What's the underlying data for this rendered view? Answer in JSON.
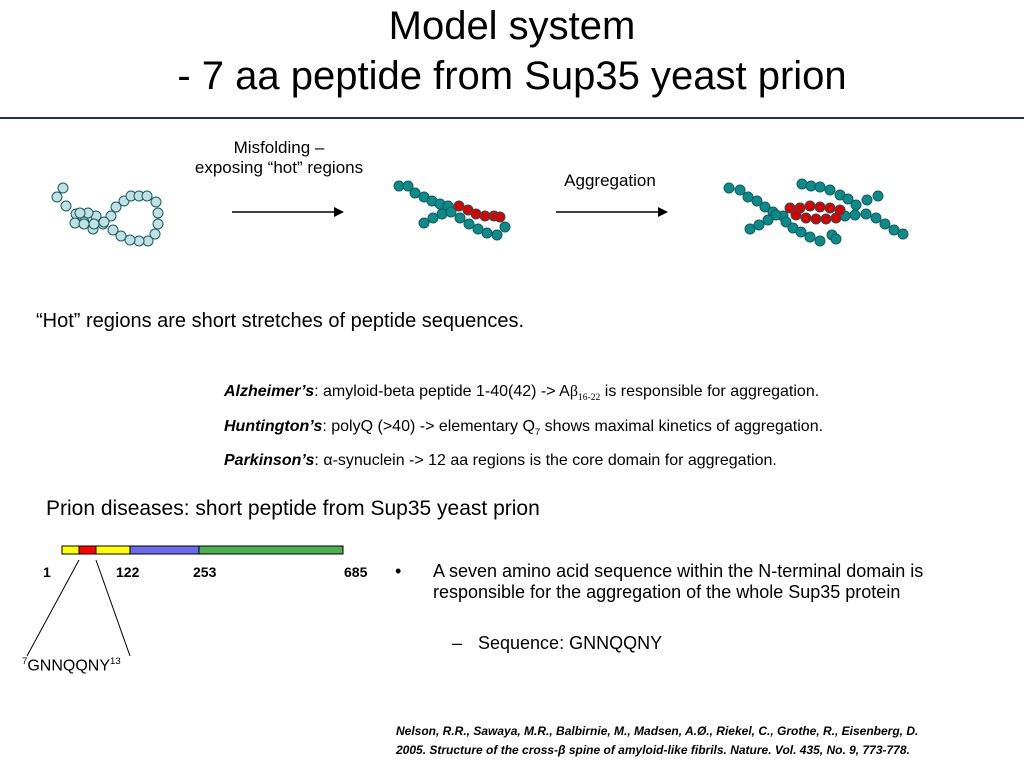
{
  "title": {
    "line1": "Model system",
    "line2": "- 7 aa peptide from Sup35 yeast prion"
  },
  "diagram": {
    "misfolding_line1": "Misfolding –",
    "misfolding_line2": "exposing “hot” regions",
    "aggregation": "Aggregation",
    "colors": {
      "normal_bead": "#bfe0e4",
      "hot_bead": "#dd0000",
      "chain_bead": "#0a8c8c",
      "bead_stroke": "#1a5a5a"
    }
  },
  "hot_regions": "“Hot” regions are short stretches of peptide sequences.",
  "diseases": {
    "alzheimer": {
      "name": "Alzheimer’s",
      "pre": ":  amyloid-beta peptide 1-40(42) -> A",
      "greek": "β",
      "sub": "16-22",
      "post": " is responsible for aggregation."
    },
    "huntington": {
      "name": "Huntington’s",
      "pre": ":  polyQ (>40) -> elementary Q",
      "sub": "7",
      "post": " shows maximal kinetics of aggregation."
    },
    "parkinson": {
      "name": "Parkinson’s",
      "post": ": α-synuclein -> 12 aa regions is the core domain for aggregation."
    }
  },
  "prion_heading": "Prion diseases: short peptide from Sup35 yeast prion",
  "sup35_bar": {
    "positions": [
      "1",
      "122",
      "253",
      "685"
    ],
    "colors": {
      "yellow": "#ffff00",
      "red": "#ff0000",
      "blue": "#6a6af0",
      "green": "#4caf50"
    },
    "sequence_start": "7",
    "sequence": "GNNQQNY",
    "sequence_end": "13"
  },
  "bullets": {
    "main": "A seven amino acid sequence within the N-terminal domain is  responsible for the aggregation of the whole Sup35 protein",
    "sub": "Sequence: GNNQQNY"
  },
  "reference": {
    "line1": "Nelson, R.R., Sawaya, M.R., Balbirnie, M., Madsen, A.Ø., Riekel, C., Grothe, R., Eisenberg, D.",
    "line2": "2005. Structure of the cross-β spine of amyloid-like fibrils.  Nature.  Vol. 435, No. 9, 773-778."
  }
}
